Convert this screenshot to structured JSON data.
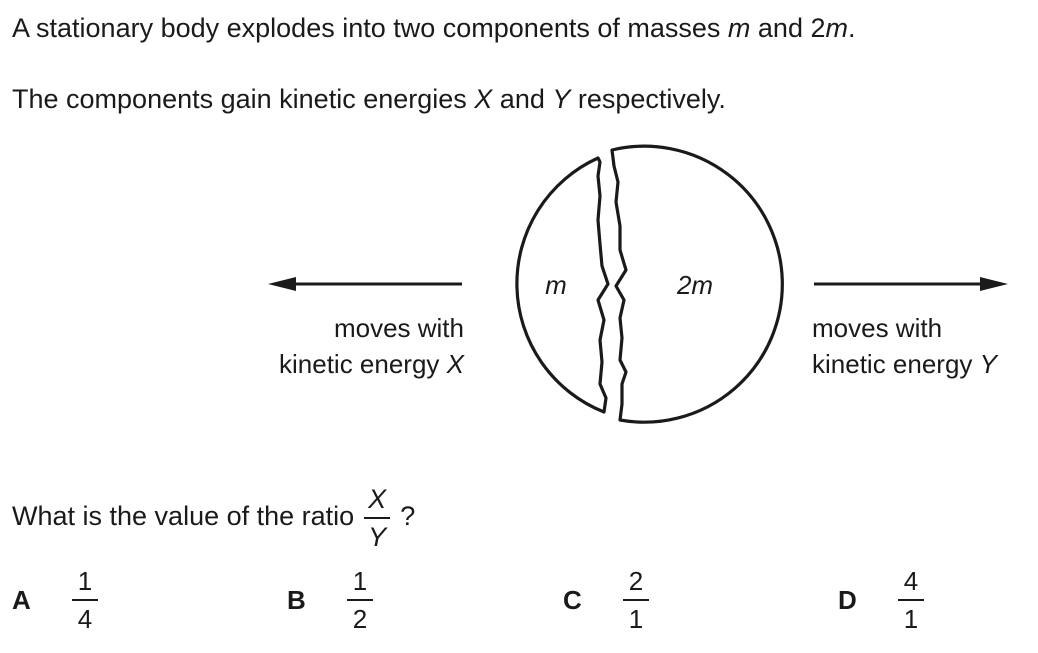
{
  "question": {
    "line1": {
      "a": "A stationary body explodes into two components of masses ",
      "m1": "m",
      "b": " and 2",
      "m2": "m",
      "c": "."
    },
    "line2": {
      "a": "The components gain kinetic energies ",
      "x": "X",
      "b": " and ",
      "y": "Y",
      "c": " respectively."
    },
    "prompt": {
      "a": "What is the value of the ratio",
      "num": "X",
      "den": "Y",
      "b": "?"
    }
  },
  "diagram": {
    "left_mass": "m",
    "right_mass": "2m",
    "left_label": {
      "line1": "moves with",
      "line2a": "kinetic energy ",
      "var": "X"
    },
    "right_label": {
      "line1": "moves with",
      "line2a": "kinetic energy ",
      "var": "Y"
    }
  },
  "options": [
    {
      "letter": "A",
      "num": "1",
      "den": "4"
    },
    {
      "letter": "B",
      "num": "1",
      "den": "2"
    },
    {
      "letter": "C",
      "num": "2",
      "den": "1"
    },
    {
      "letter": "D",
      "num": "4",
      "den": "1"
    }
  ]
}
